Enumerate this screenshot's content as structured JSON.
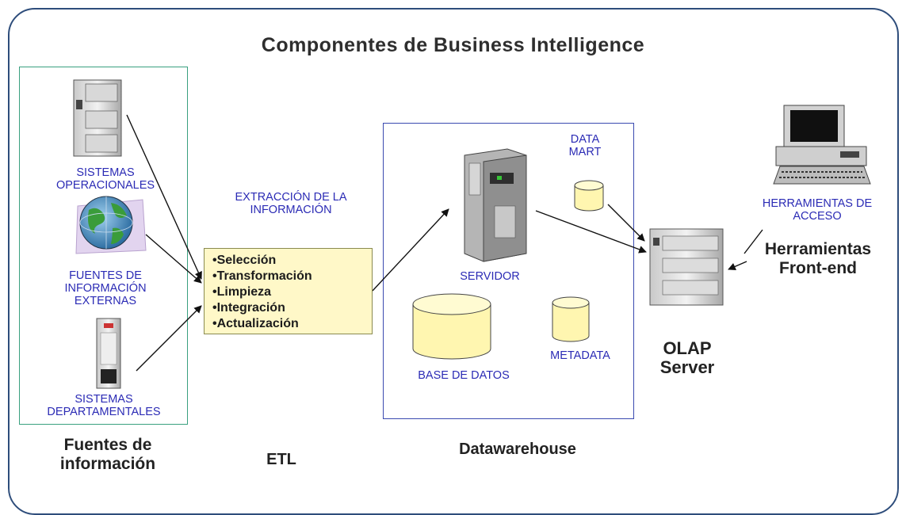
{
  "title": "Componentes de Business Intelligence",
  "sources": {
    "operacionales": "SISTEMAS OPERACIONALES",
    "externas": "FUENTES DE INFORMACIÓN EXTERNAS",
    "departamentales": "SISTEMAS DEPARTAMENTALES",
    "section_label": "Fuentes de información"
  },
  "etl": {
    "heading": "EXTRACCIÓN DE LA INFORMACIÓN",
    "steps": [
      "•Selección",
      "•Transformación",
      "•Limpieza",
      "•Integración",
      "•Actualización"
    ],
    "section_label": "ETL"
  },
  "datawarehouse": {
    "servidor": "SERVIDOR",
    "data_mart": "DATA MART",
    "base_de_datos": "BASE DE DATOS",
    "metadata": "METADATA",
    "section_label": "Datawarehouse"
  },
  "olap": {
    "label": "OLAP Server"
  },
  "frontend": {
    "herramientas_acceso": "HERRAMIENTAS DE ACCESO",
    "label": "Herramientas Front-end"
  },
  "colors": {
    "frame": "#2e4d7b",
    "label_blue": "#2b2bb5",
    "etl_fill": "#fff8c8",
    "cylinder_fill": "#fff6b0",
    "source_border": "#39a07f",
    "dw_border": "#3a4ab0"
  }
}
